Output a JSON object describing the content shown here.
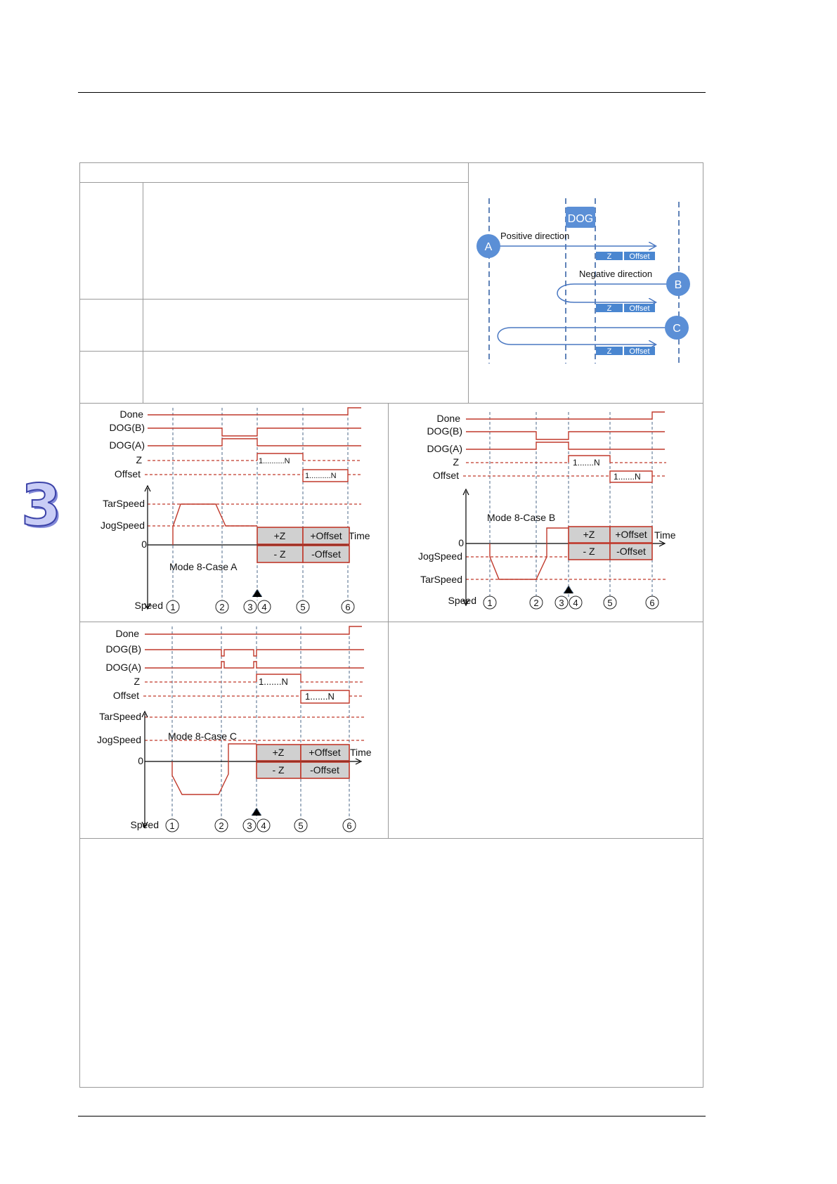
{
  "chapter_number": "3",
  "dog_diagram": {
    "dog_label": "DOG",
    "positive_direction": "Positive direction",
    "negative_direction": "Negative direction",
    "point_a": "A",
    "point_b": "B",
    "point_c": "C",
    "z_label": "Z",
    "offset_label": "Offset"
  },
  "timing_common": {
    "done": "Done",
    "dog_b": "DOG(B)",
    "dog_a": "DOG(A)",
    "z": "Z",
    "offset": "Offset",
    "tar_speed": "TarSpeed",
    "jog_speed": "JogSpeed",
    "zero": "0",
    "time": "Time",
    "speed": "Speed",
    "pulse_range_long": "1..........N",
    "pulse_range_short": "1.......N",
    "plus_z": "+Z",
    "minus_z": "- Z",
    "plus_offset": "+Offset",
    "minus_offset": "-Offset",
    "steps": [
      "1",
      "2",
      "3",
      "4",
      "5",
      "6"
    ]
  },
  "case_a": {
    "title": "Mode 8-Case A"
  },
  "case_b": {
    "title": "Mode 8-Case B"
  },
  "case_c": {
    "title": "Mode 8-Case C"
  }
}
